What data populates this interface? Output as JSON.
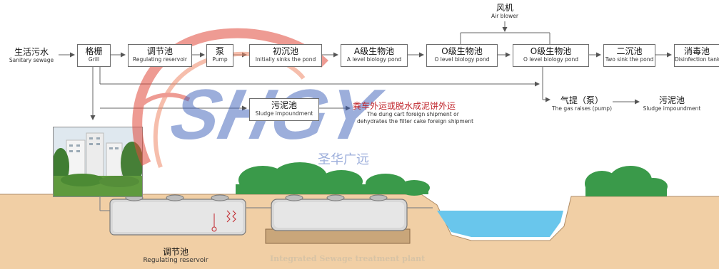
{
  "flow": {
    "source": {
      "zh": "生活污水",
      "en": "Sanitary sewage"
    },
    "grill": {
      "zh": "格栅",
      "en": "Grill"
    },
    "regulating": {
      "zh": "调节池",
      "en": "Regulating reservoir"
    },
    "pump": {
      "zh": "泵",
      "en": "Pump"
    },
    "initial": {
      "zh": "初沉池",
      "en": "Initially sinks the pond"
    },
    "a_level": {
      "zh": "A级生物池",
      "en": "A level biology pond"
    },
    "o_level_1": {
      "zh": "O级生物池",
      "en": "O level biology pond"
    },
    "o_level_2": {
      "zh": "O级生物池",
      "en": "O level biology pond"
    },
    "second_sink": {
      "zh": "二沉池",
      "en": "Two sink the pond"
    },
    "disinfection": {
      "zh": "消毒池",
      "en": "Disinfection tank"
    },
    "air_blower": {
      "zh": "风机",
      "en": "Air blower"
    },
    "sludge": {
      "zh": "污泥池",
      "en": "Sludge impoundment"
    },
    "outbound": {
      "zh": "粪车外运或脱水成泥饼外运",
      "en1": "The dung cart foreign shipment or",
      "en2": "dehydrates the filter cake foreign shipment"
    },
    "gas_raise": {
      "zh": "气提（泵）",
      "en": "The gas raises (pump)"
    },
    "sludge_right": {
      "zh": "污泥池",
      "en": "Sludge impoundment"
    }
  },
  "scene": {
    "reservoir_label": {
      "zh": "调节池",
      "en": "Regulating reservoir"
    },
    "plant_caption": "Integrated Sewage treatment plant",
    "watermark_brand": "SHGY",
    "watermark_cn": "圣华广远"
  },
  "colors": {
    "soil": "#f1cfa5",
    "water": "#69c6ec",
    "watermark_red": "#e14a3c",
    "watermark_blue": "#3c5fb8",
    "tank": "#d8d8d8",
    "shrub": "#3a9a4a"
  }
}
